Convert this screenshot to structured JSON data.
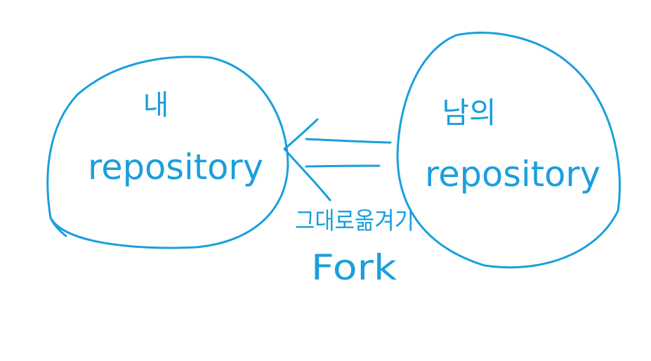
{
  "diagram": {
    "stroke_color": "#1a9fdc",
    "left_node": {
      "owner_label": "내",
      "repo_label": "repository"
    },
    "right_node": {
      "owner_label": "남의",
      "repo_label": "repository"
    },
    "arrow": {
      "description_label": "그대로옮겨기",
      "action_label": "Fork"
    }
  }
}
